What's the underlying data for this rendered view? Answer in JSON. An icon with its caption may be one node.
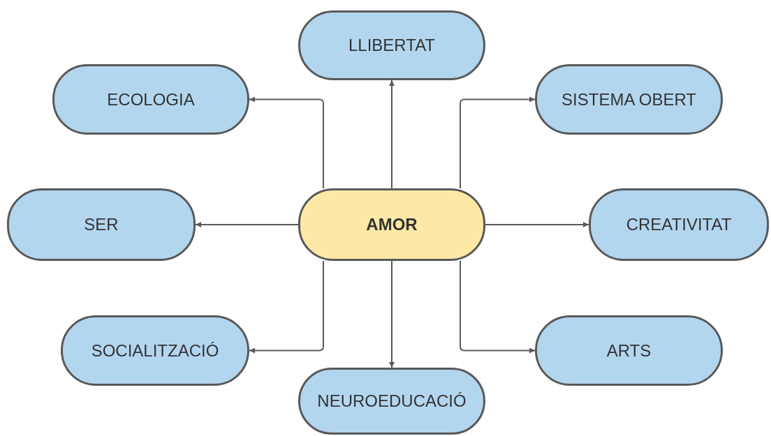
{
  "diagram": {
    "nodes": [
      {
        "text": [
          "LLIBERTAT"
        ]
      },
      {
        "text": [
          "ECOLOGIA"
        ]
      },
      {
        "text": [
          "SISTEMA OBERT"
        ]
      },
      {
        "text": [
          "SER"
        ]
      },
      {
        "text": [
          "AMOR"
        ]
      },
      {
        "text": [
          "CREATIVITAT"
        ]
      },
      {
        "text": [
          "SOCIALITZACIÓ"
        ]
      },
      {
        "text": [
          "ARTS"
        ]
      },
      {
        "text": [
          "NEUROEDUCACIÓ"
        ]
      }
    ],
    "edges": [
      {
        "from": 4,
        "to": 0,
        "arrow": "to"
      },
      {
        "from": 4,
        "to": 1,
        "arrow": "to"
      },
      {
        "from": 4,
        "to": 2,
        "arrow": "to"
      },
      {
        "from": 4,
        "to": 3,
        "arrow": "to"
      },
      {
        "from": 4,
        "to": 5,
        "arrow": "to"
      },
      {
        "from": 4,
        "to": 6,
        "arrow": "to"
      },
      {
        "from": 4,
        "to": 7,
        "arrow": "to"
      },
      {
        "from": 4,
        "to": 8,
        "arrow": "to"
      }
    ]
  }
}
